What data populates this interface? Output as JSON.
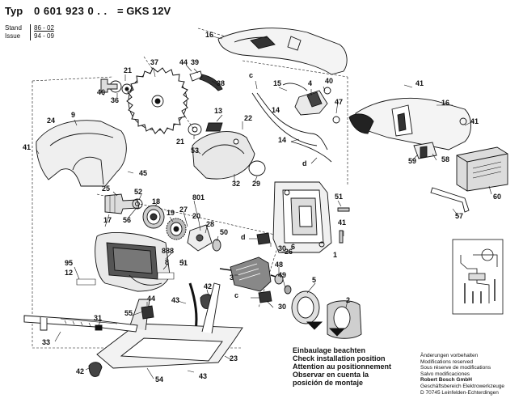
{
  "header": {
    "typ_label": "Typ",
    "type_number": "0 601 923 0 . .",
    "model": "= GKS 12V",
    "stand_label": "Stand",
    "stand_value": "86 - 02",
    "issue_label": "Issue",
    "issue_value": "94 - 09"
  },
  "install_note": [
    "Einbaulage beachten",
    "Check installation position",
    "Attention au positionnement",
    "Observar en cuenta la",
    "posición de montaje"
  ],
  "legal_notes": [
    "Änderungen vorbehalten",
    "Modifications reserved",
    "Sous réserve de modifications",
    "Salvo modificaciones",
    "Robert Bosch GmbH",
    "Geschäftsbereich Elektrowerkzeuge",
    "D 70745 Leinfelden-Echterdingen"
  ],
  "part_numbers": [
    "1",
    "2",
    "3",
    "4",
    "5",
    "6",
    "8",
    "9",
    "12",
    "13",
    "14",
    "15",
    "16",
    "17",
    "18",
    "19",
    "20",
    "21",
    "22",
    "23",
    "24",
    "25",
    "26",
    "27",
    "28",
    "29",
    "30",
    "31",
    "32",
    "33",
    "36",
    "37",
    "38",
    "39",
    "40",
    "41",
    "42",
    "43",
    "44",
    "45",
    "46",
    "47",
    "48",
    "50",
    "51",
    "52",
    "53",
    "54",
    "55",
    "56",
    "57",
    "58",
    "59",
    "60",
    "95",
    "801",
    "888",
    "c",
    "d"
  ],
  "callouts": [
    {
      "n": "16"
    },
    {
      "n": "37"
    },
    {
      "n": "44"
    },
    {
      "n": "39"
    },
    {
      "n": "38"
    },
    {
      "n": "21"
    },
    {
      "n": "46"
    },
    {
      "n": "36"
    },
    {
      "n": "c"
    },
    {
      "n": "15"
    },
    {
      "n": "4"
    },
    {
      "n": "40"
    },
    {
      "n": "47"
    },
    {
      "n": "14"
    },
    {
      "n": "41"
    },
    {
      "n": "16"
    },
    {
      "n": "9"
    },
    {
      "n": "24"
    },
    {
      "n": "41"
    },
    {
      "n": "13"
    },
    {
      "n": "22"
    },
    {
      "n": "21"
    },
    {
      "n": "53"
    },
    {
      "n": "45"
    },
    {
      "n": "14"
    },
    {
      "n": "d"
    },
    {
      "n": "41"
    },
    {
      "n": "59"
    },
    {
      "n": "58"
    },
    {
      "n": "60"
    },
    {
      "n": "32"
    },
    {
      "n": "29"
    },
    {
      "n": "25"
    },
    {
      "n": "52"
    },
    {
      "n": "18"
    },
    {
      "n": "801"
    },
    {
      "n": "17"
    },
    {
      "n": "56"
    },
    {
      "n": "19"
    },
    {
      "n": "27"
    },
    {
      "n": "20"
    },
    {
      "n": "28"
    },
    {
      "n": "51"
    },
    {
      "n": "57"
    },
    {
      "n": "41"
    },
    {
      "n": "1"
    },
    {
      "n": "50"
    },
    {
      "n": "d"
    },
    {
      "n": "30"
    },
    {
      "n": "6"
    },
    {
      "n": "26"
    },
    {
      "n": "888"
    },
    {
      "n": "8"
    },
    {
      "n": "51"
    },
    {
      "n": "95"
    },
    {
      "n": "12"
    },
    {
      "n": "3"
    },
    {
      "n": "48"
    },
    {
      "n": "49"
    },
    {
      "n": "c"
    },
    {
      "n": "30"
    },
    {
      "n": "5"
    },
    {
      "n": "2"
    },
    {
      "n": "42"
    },
    {
      "n": "43"
    },
    {
      "n": "44"
    },
    {
      "n": "55"
    },
    {
      "n": "31"
    },
    {
      "n": "33"
    },
    {
      "n": "23"
    },
    {
      "n": "42"
    },
    {
      "n": "54"
    },
    {
      "n": "43"
    }
  ],
  "colors": {
    "ink": "#111111",
    "paper": "#ffffff",
    "gray": "#9a9a9a",
    "darkgray": "#3a3a3a"
  }
}
